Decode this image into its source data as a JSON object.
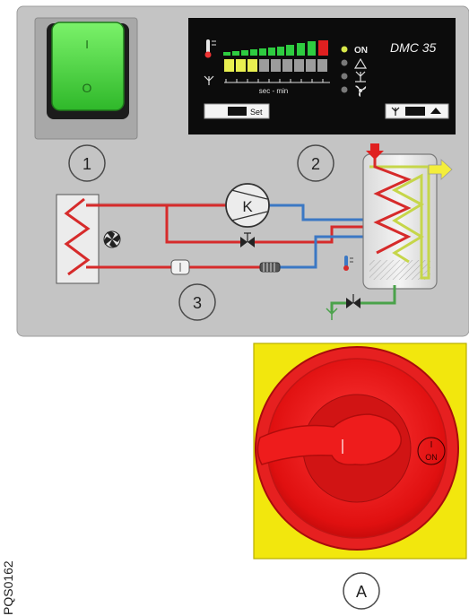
{
  "controller": {
    "model": "DMC 35",
    "scale_label": "sec - min",
    "set_label": "Set",
    "on_label": "ON"
  },
  "callouts": [
    "1",
    "2",
    "3",
    "A"
  ],
  "compressor_label": "K",
  "switch": {
    "off_symbol": "O",
    "on_symbol": "I",
    "on_label": "ON"
  },
  "side_code": "PQS0162",
  "colors": {
    "panel": "#c4c4c4",
    "hot_line": "#d62b2b",
    "cold_line": "#3b78c4",
    "water_line": "#4aa24a",
    "power_switch": "#46d63a",
    "knob": "#e61e1e",
    "switch_plate": "#f2e70d"
  },
  "icons": [
    "thermometer-icon",
    "fan-icon",
    "evaporator-icon",
    "defrost-icon",
    "drain-icon",
    "temperature-sensor-icon",
    "arrow-icon"
  ]
}
